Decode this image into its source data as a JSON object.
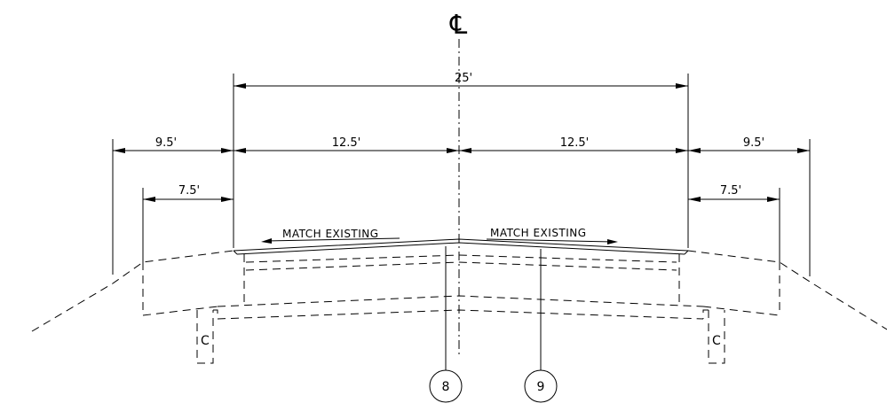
{
  "centerline_symbol": "℄",
  "dimensions": {
    "overall": "25'",
    "left_lane": "12.5'",
    "right_lane": "12.5'",
    "left_outer": "9.5'",
    "right_outer": "9.5'",
    "left_inner": "7.5'",
    "right_inner": "7.5'"
  },
  "notes": {
    "left": "MATCH EXISTING",
    "right": "MATCH EXISTING"
  },
  "callouts": [
    "8",
    "9"
  ],
  "curb_labels": {
    "left": "C",
    "right": "C"
  }
}
